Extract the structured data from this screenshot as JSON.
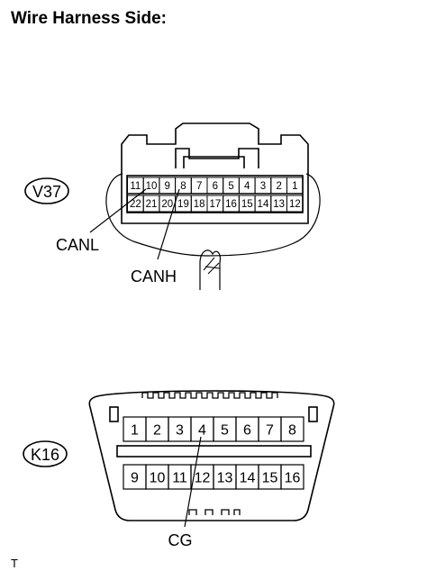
{
  "title": "Wire Harness Side:",
  "footer_code": "T",
  "connectors": [
    {
      "id": "V37",
      "top_row": [
        "11",
        "10",
        "9",
        "8",
        "7",
        "6",
        "5",
        "4",
        "3",
        "2",
        "1"
      ],
      "bottom_row": [
        "22",
        "21",
        "20",
        "19",
        "18",
        "17",
        "16",
        "15",
        "14",
        "13",
        "12"
      ],
      "callouts": [
        {
          "label": "CANL",
          "pin": "10"
        },
        {
          "label": "CANH",
          "pin": "8"
        }
      ]
    },
    {
      "id": "K16",
      "top_row": [
        "1",
        "2",
        "3",
        "4",
        "5",
        "6",
        "7",
        "8"
      ],
      "bottom_row": [
        "9",
        "10",
        "11",
        "12",
        "13",
        "14",
        "15",
        "16"
      ],
      "callouts": [
        {
          "label": "CG",
          "pin": "4"
        }
      ]
    }
  ],
  "colors": {
    "line": "#000000",
    "background": "#ffffff"
  }
}
